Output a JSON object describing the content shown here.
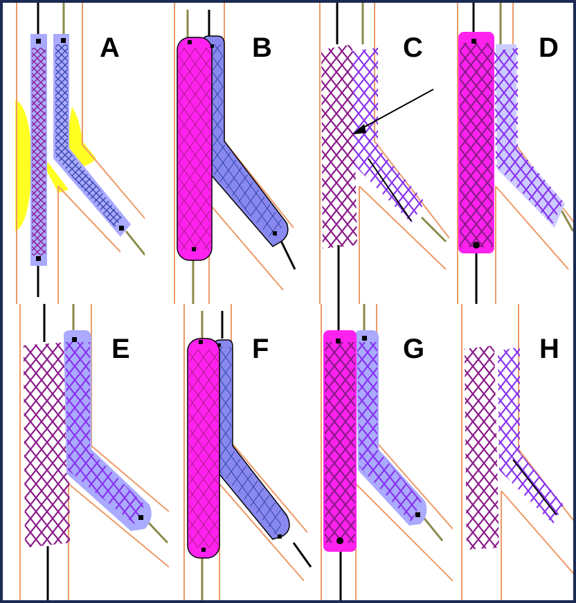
{
  "panels": [
    {
      "id": "A",
      "label": "A"
    },
    {
      "id": "B",
      "label": "B"
    },
    {
      "id": "C",
      "label": "C"
    },
    {
      "id": "D",
      "label": "D"
    },
    {
      "id": "E",
      "label": "E"
    },
    {
      "id": "F",
      "label": "F"
    },
    {
      "id": "G",
      "label": "G"
    },
    {
      "id": "H",
      "label": "H"
    }
  ],
  "colors": {
    "vessel_wall": "#ee9966",
    "balloon_magenta": "#ff22ee",
    "balloon_blue": "#8888ee",
    "balloon_light": "#aaaaff",
    "stent_purple": "#8a1a8a",
    "stent_violet": "#8833ee",
    "stent_blue": "#3344aa",
    "plaque": "#ffff22",
    "guidewire": "#000000",
    "guidewire_olive": "#8a8a4a",
    "background_frame": "#1a2a52"
  }
}
